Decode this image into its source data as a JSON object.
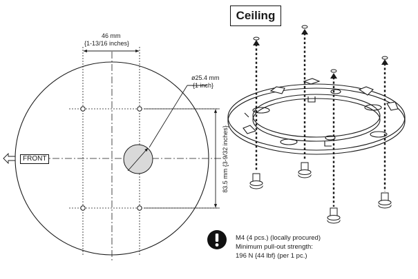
{
  "ceiling_label": "Ceiling",
  "front_label": "FRONT",
  "dimensions": {
    "width_mm": "46 mm",
    "width_in": "{1-13/16 inches}",
    "hole_dia_mm": "ø25.4 mm",
    "hole_dia_in": "{1 inch}",
    "height": "83.5 mm {3-9/32 inches}"
  },
  "note": {
    "line1": "M4 (4 pcs.) (locally procured)",
    "line2": "Minimum pull-out strength:",
    "line3": "196 N {44 lbf} (per 1 pc.)"
  },
  "icons": {
    "warning": "exclamation-circle-icon",
    "screw": "screw-icon",
    "arrow": "hollow-left-arrow-icon"
  },
  "colors": {
    "line": "#1a1a1a",
    "center_hole_fill": "#d9d9d9"
  }
}
